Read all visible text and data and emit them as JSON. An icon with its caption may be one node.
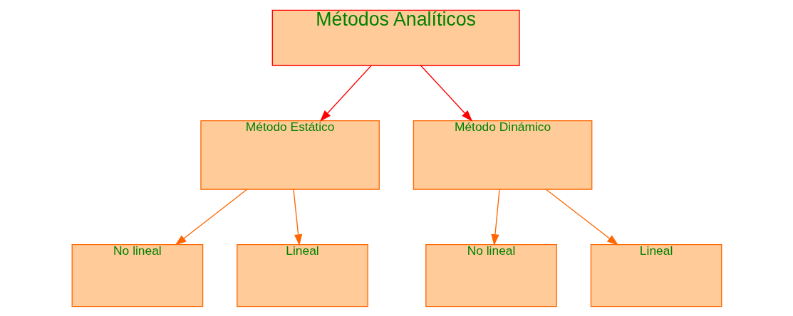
{
  "diagram": {
    "nodes": [
      {
        "text": [
          "Métodos Analíticos"
        ]
      },
      {
        "text": [
          "Método Estático"
        ]
      },
      {
        "text": [
          "Método Dinámico"
        ]
      },
      {
        "text": [
          "No lineal"
        ]
      },
      {
        "text": [
          "Lineal"
        ]
      },
      {
        "text": [
          "No lineal"
        ]
      },
      {
        "text": [
          "Lineal"
        ]
      }
    ],
    "edges": [
      {
        "from": 0,
        "to": 1,
        "arrow": "to",
        "color": "#ff0000"
      },
      {
        "from": 0,
        "to": 2,
        "arrow": "to",
        "color": "#ff0000"
      },
      {
        "from": 1,
        "to": 3,
        "arrow": "to"
      },
      {
        "from": 1,
        "to": 4,
        "arrow": "to"
      },
      {
        "from": 2,
        "to": 5,
        "arrow": "to"
      },
      {
        "from": 2,
        "to": 6,
        "arrow": "to"
      }
    ]
  }
}
